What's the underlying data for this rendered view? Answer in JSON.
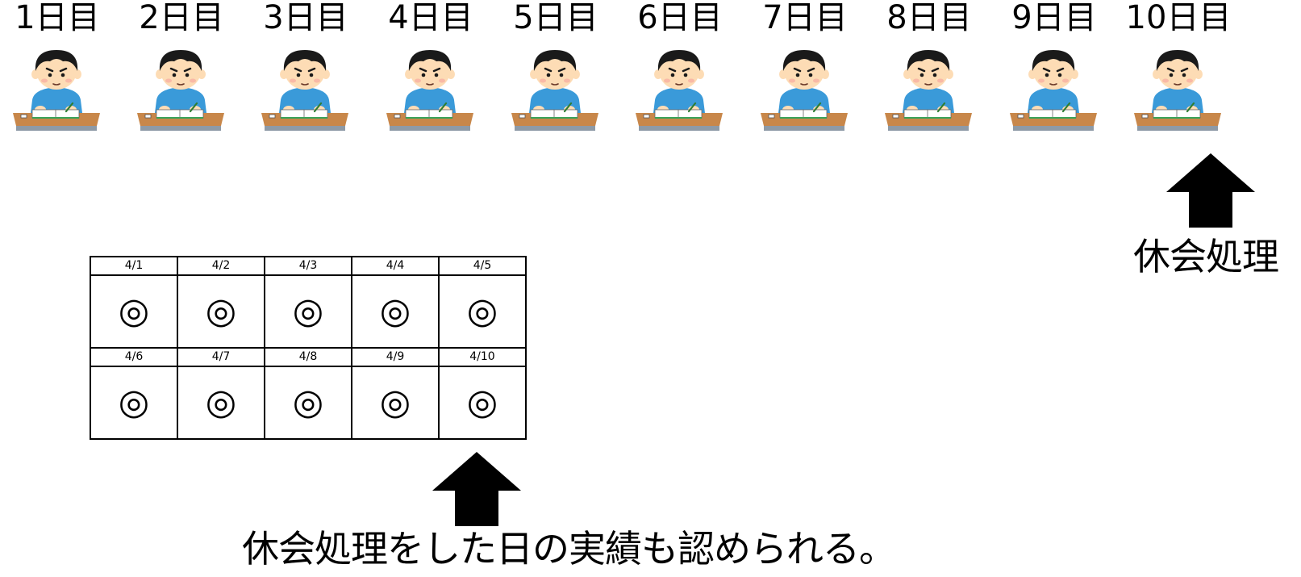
{
  "days": [
    "1日目",
    "2日目",
    "3日目",
    "4日目",
    "5日目",
    "6日目",
    "7日目",
    "8日目",
    "9日目",
    "10日目"
  ],
  "top_note": "休会処理",
  "bottom_note": "休会処理をした日の実績も認められる。",
  "calendar": {
    "week1": [
      {
        "date": "4/1",
        "mark": "◎"
      },
      {
        "date": "4/2",
        "mark": "◎"
      },
      {
        "date": "4/3",
        "mark": "◎"
      },
      {
        "date": "4/4",
        "mark": "◎"
      },
      {
        "date": "4/5",
        "mark": "◎"
      }
    ],
    "week2": [
      {
        "date": "4/6",
        "mark": "◎"
      },
      {
        "date": "4/7",
        "mark": "◎"
      },
      {
        "date": "4/8",
        "mark": "◎"
      },
      {
        "date": "4/9",
        "mark": "◎"
      },
      {
        "date": "4/10",
        "mark": "◎"
      }
    ]
  },
  "colors": {
    "shirt": "#3a9ad9",
    "hair": "#1a1a1a",
    "skin": "#fddcb5",
    "desk": "#c8874a",
    "desk_leg": "#8e9aa6",
    "book": "#ffffff",
    "book_cover": "#3aa35a"
  }
}
